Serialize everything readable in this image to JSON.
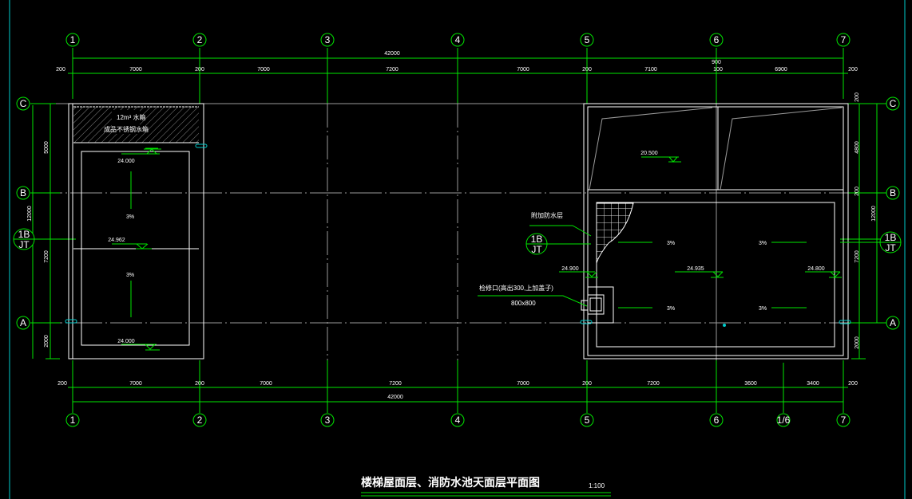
{
  "drawing": {
    "title": "楼梯屋面层、消防水池天面层平面图",
    "scale": "1:100",
    "colors": {
      "background": "#000000",
      "grid": "#00e600",
      "walls": "#ffffff",
      "frame": "#00cccc"
    }
  },
  "axes_columns": [
    "1",
    "2",
    "3",
    "4",
    "5",
    "6",
    "7"
  ],
  "axis_extra_bottom": "1/6",
  "axes_rows": [
    "C",
    "B",
    "A"
  ],
  "axis_sub_row": {
    "top": "1B",
    "bottom": "JT"
  },
  "dims_top": {
    "overall": "42000",
    "segments": [
      "200",
      "7000",
      "200",
      "7000",
      "7200",
      "7000",
      "200",
      "7100",
      "100",
      "6900",
      "200"
    ],
    "extra": "900"
  },
  "dims_bottom": {
    "overall": "42000",
    "segments": [
      "200",
      "7000",
      "200",
      "7000",
      "7200",
      "7000",
      "200",
      "7200",
      "3600",
      "3400",
      "200"
    ]
  },
  "dims_left": [
    "5000",
    "12000",
    "7200",
    "2000"
  ],
  "dims_right": [
    "200",
    "4800",
    "200",
    "12000",
    "7200",
    "2000"
  ],
  "labels": {
    "tank_capacity": "12m³ 水箱",
    "tank_note": "成品不锈钢水箱",
    "waterproof_note": "附加防水层",
    "hatch_note": "检修口(高出300,上加盖子)",
    "hatch_size": "800x800"
  },
  "elevations": [
    "24.000",
    "24.962",
    "24.000",
    "20.500",
    "24.900",
    "24.935",
    "24.800"
  ],
  "slope": "3%"
}
